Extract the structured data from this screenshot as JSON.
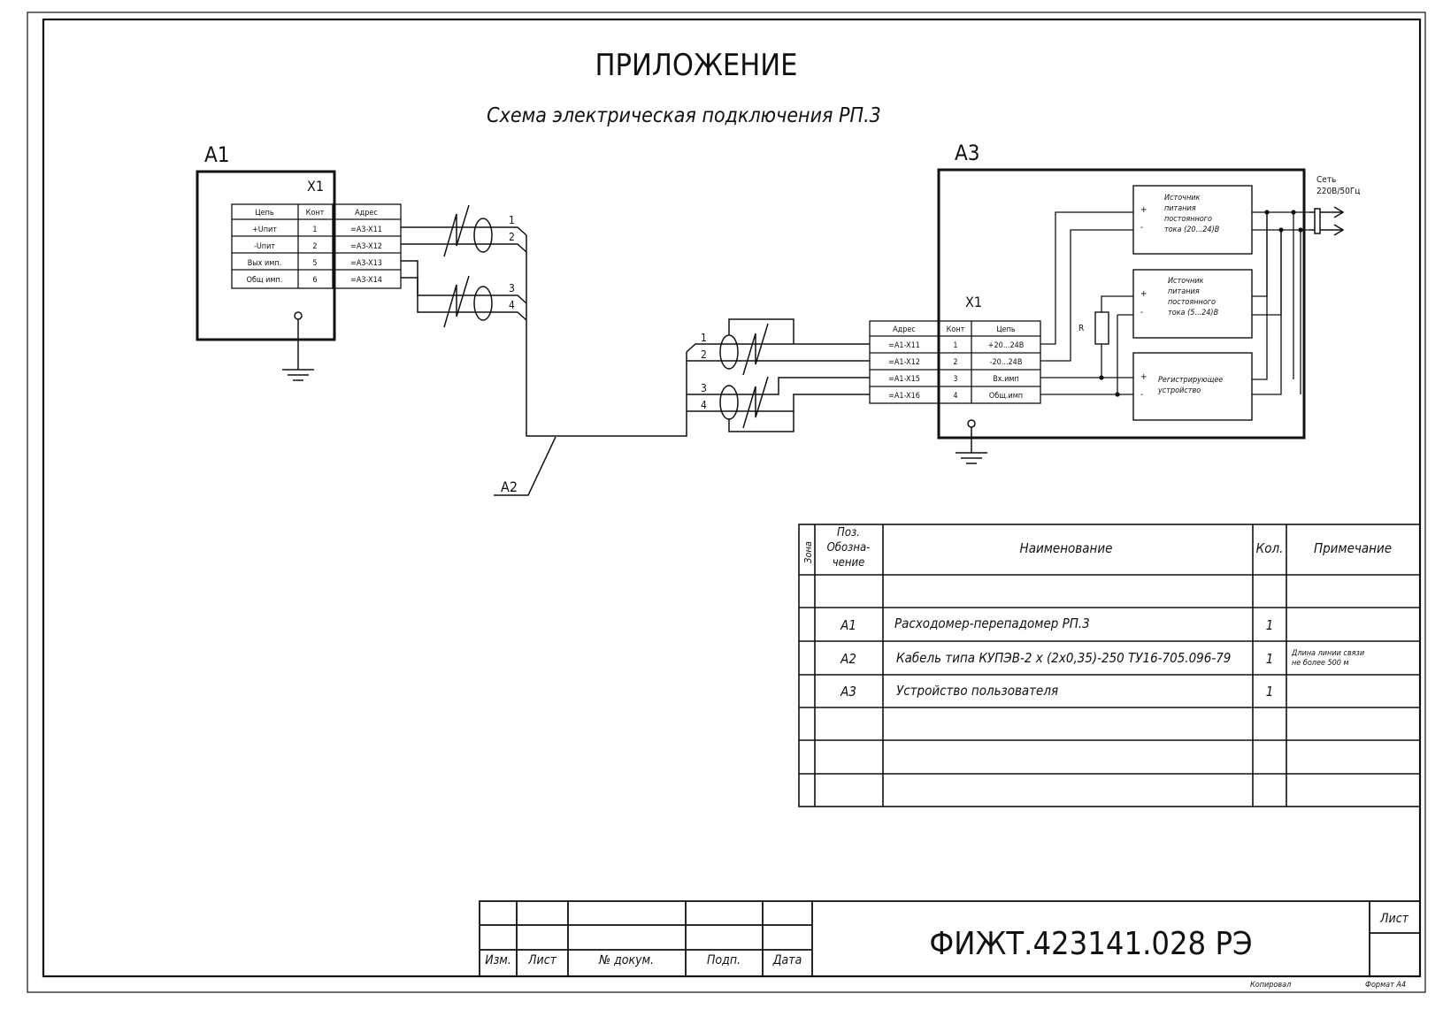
{
  "header": {
    "title": "ПРИЛОЖЕНИЕ",
    "subtitle": "Схема электрическая подключения РП.3"
  },
  "a1": {
    "label": "A1",
    "connector": "X1",
    "table_headers": [
      "Цепь",
      "Конт",
      "Адрес"
    ],
    "rows": [
      {
        "circuit": "+Uпит",
        "contact": "1",
        "address": "=A3-X11"
      },
      {
        "circuit": "-Uпит",
        "contact": "2",
        "address": "=A3-X12"
      },
      {
        "circuit": "Вых имп.",
        "contact": "5",
        "address": "=A3-X13"
      },
      {
        "circuit": "Общ имп.",
        "contact": "6",
        "address": "=A3-X14"
      }
    ]
  },
  "cable": {
    "label": "A2",
    "wires_left": [
      "1",
      "2",
      "3",
      "4"
    ],
    "wires_right": [
      "1",
      "2",
      "3",
      "4"
    ]
  },
  "a3": {
    "label": "A3",
    "connector": "X1",
    "table_headers": [
      "Адрес",
      "Конт",
      "Цепь"
    ],
    "rows": [
      {
        "address": "=A1-X11",
        "contact": "1",
        "circuit": "+20...24В"
      },
      {
        "address": "=A1-X12",
        "contact": "2",
        "circuit": "-20...24В"
      },
      {
        "address": "=A1-X15",
        "contact": "3",
        "circuit": "Вх.имп"
      },
      {
        "address": "=A1-X16",
        "contact": "4",
        "circuit": "Общ.имп"
      }
    ],
    "psu1": [
      "Источник",
      "питания",
      "постоянного",
      "тока (20...24)В"
    ],
    "psu2": [
      "Источник",
      "питания",
      "постоянного",
      "тока (5...24)В"
    ],
    "recorder": [
      "Регистрирующее",
      "устройство"
    ],
    "resistor": "R",
    "plus": "+",
    "minus": "-",
    "mains": [
      "Сеть",
      "220В/50Гц"
    ]
  },
  "spec": {
    "headers": {
      "zone": "Зона",
      "pos": [
        "Поз.",
        "Обозна-",
        "чение"
      ],
      "name": "Наименование",
      "qty": "Кол.",
      "note": "Примечание"
    },
    "rows": [
      {
        "pos": "A1",
        "name": "Расходомер-перепадомер РП.3",
        "qty": "1",
        "note": []
      },
      {
        "pos": "A2",
        "name": "Кабель типа КУПЭВ-2 х (2х0,35)-250  ТУ16-705.096-79",
        "qty": "1",
        "note": [
          "Длина линии связи",
          "не более 500 м"
        ]
      },
      {
        "pos": "A3",
        "name": "Устройство пользователя",
        "qty": "1",
        "note": []
      }
    ]
  },
  "titleblock": {
    "labels": [
      "Изм.",
      "Лист",
      "№ докум.",
      "Подп.",
      "Дата"
    ],
    "doc_number": "ФИЖТ.423141.028 РЭ",
    "sheet_label": "Лист",
    "copied": "Копировал",
    "format": "Формат А4"
  }
}
